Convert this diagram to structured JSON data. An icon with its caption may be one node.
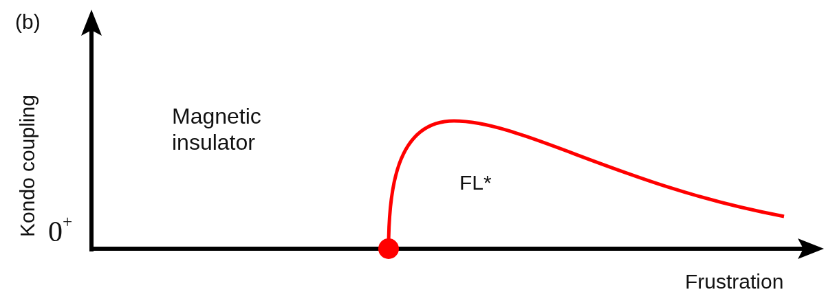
{
  "diagram": {
    "labels": [
      "(b)",
      "Kondo coupling",
      "0$^{+}$",
      "Magnetic insulator",
      "FL*",
      "Frustration"
    ]
  }
}
